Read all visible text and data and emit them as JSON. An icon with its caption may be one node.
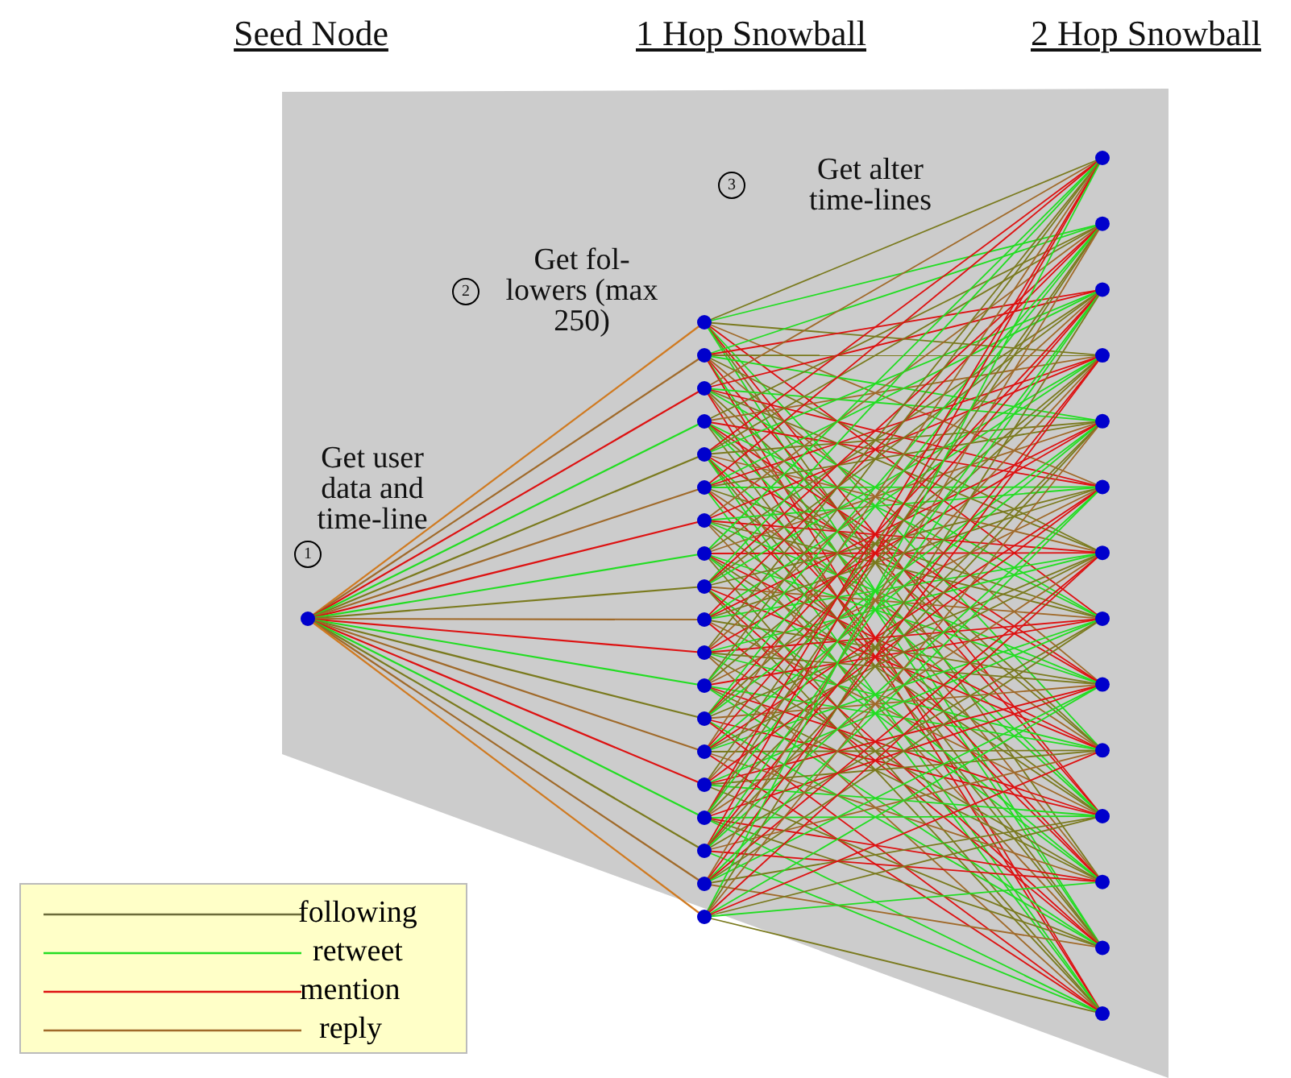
{
  "diagram": {
    "labels": [
      "Seed Node",
      "1 Hop Snowball",
      "2 Hop Snowball",
      "3",
      "Get alter time-lines",
      "Get fol- lowers (max 250)",
      "2",
      "Get user data and time-line",
      "1"
    ],
    "legend": [
      {
        "text": "following"
      },
      {
        "text": "retweet"
      },
      {
        "text": "mention"
      },
      {
        "text": "reply"
      }
    ]
  }
}
